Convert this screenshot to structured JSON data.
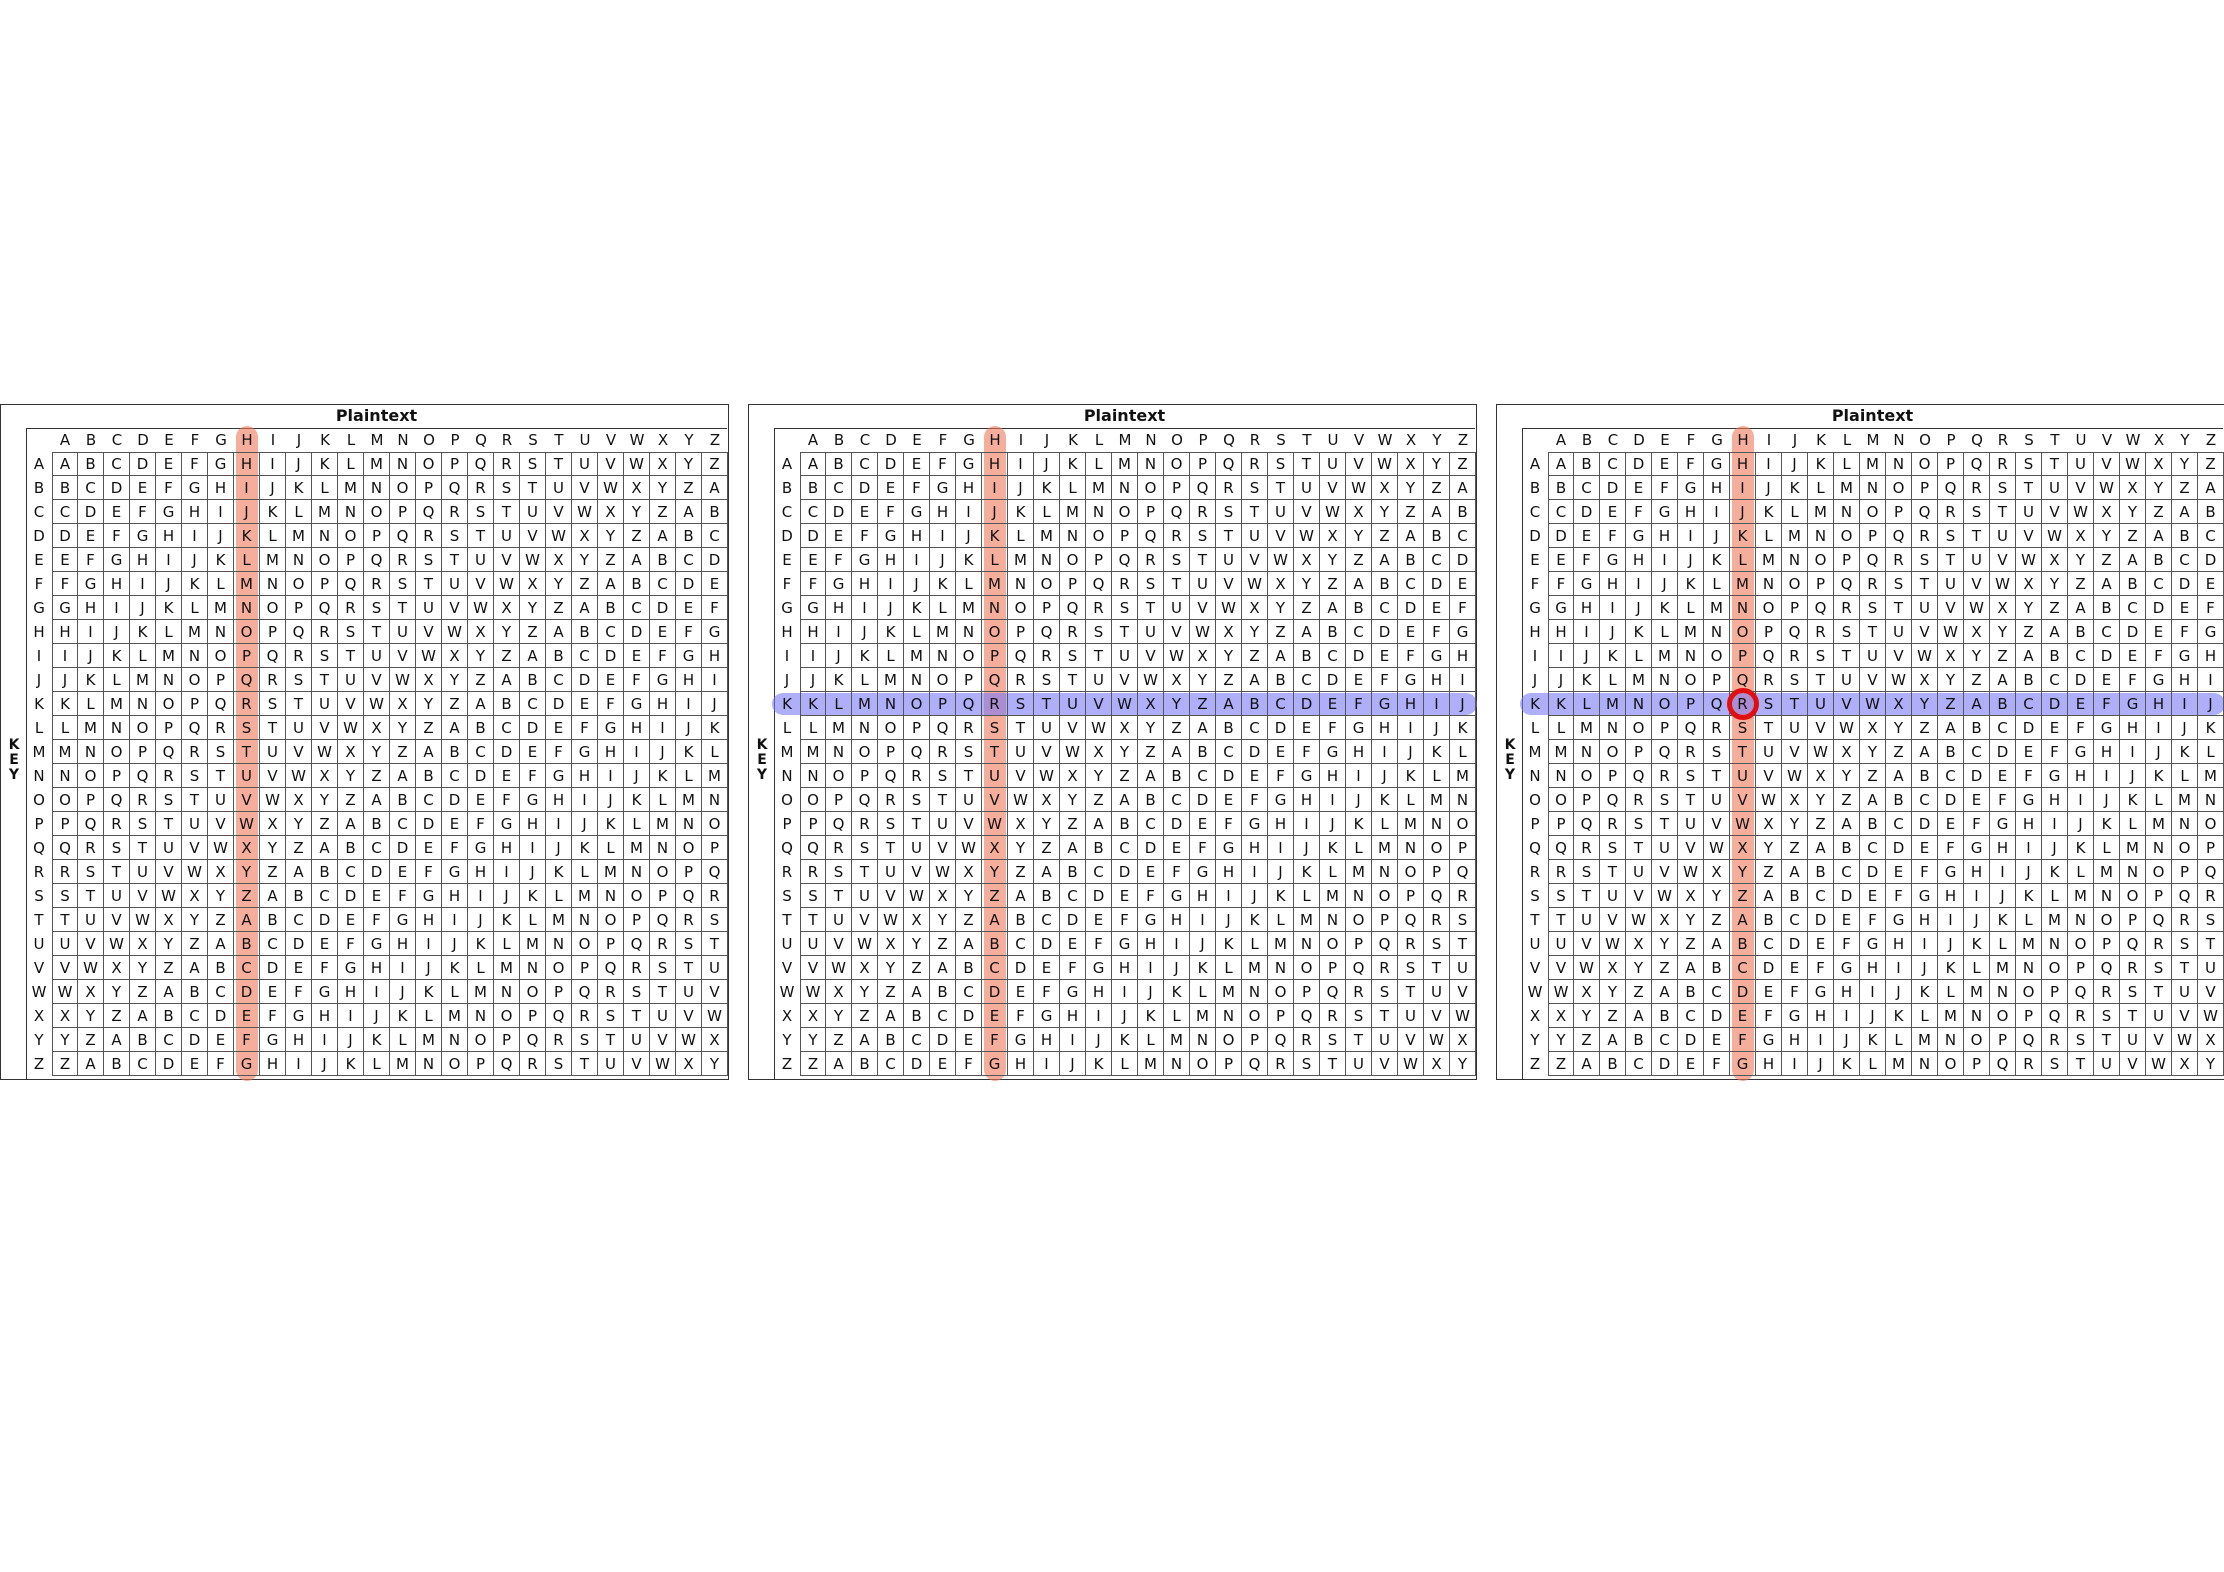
{
  "alphabet": [
    "A",
    "B",
    "C",
    "D",
    "E",
    "F",
    "G",
    "H",
    "I",
    "J",
    "K",
    "L",
    "M",
    "N",
    "O",
    "P",
    "Q",
    "R",
    "S",
    "T",
    "U",
    "V",
    "W",
    "X",
    "Y",
    "Z"
  ],
  "panels": [
    {
      "title": "Plaintext",
      "key_label": [
        "K",
        "E",
        "Y"
      ],
      "highlight_column": "H",
      "highlight_row": null,
      "circled_letter": null
    },
    {
      "title": "Plaintext",
      "key_label": [
        "K",
        "E",
        "Y"
      ],
      "highlight_column": "H",
      "highlight_row": "K",
      "circled_letter": null
    },
    {
      "title": "Plaintext",
      "key_label": [
        "K",
        "E",
        "Y"
      ],
      "highlight_column": "H",
      "highlight_row": "K",
      "circled_letter": "R"
    }
  ],
  "colors": {
    "column_highlight": "#f0785a",
    "row_highlight": "#7878f5",
    "circle": "#e01010"
  }
}
